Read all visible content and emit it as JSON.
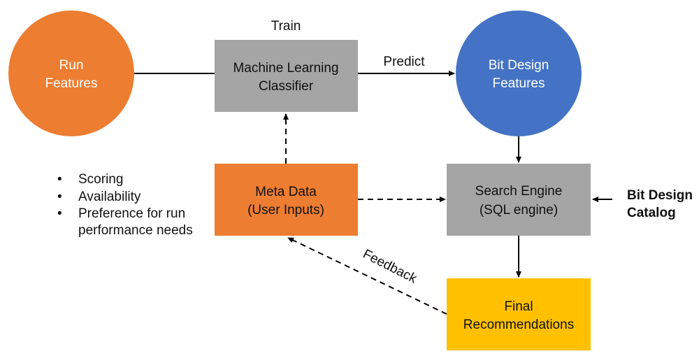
{
  "colors": {
    "orange": "#ED7D31",
    "blue": "#4472C4",
    "gray": "#A5A5A5",
    "gold": "#FFC000",
    "line": "#000000"
  },
  "nodes": {
    "run_features": {
      "line1": "Run",
      "line2": "Features"
    },
    "ml_classifier": {
      "line1": "Machine Learning",
      "line2": "Classifier"
    },
    "bit_design_features": {
      "line1": "Bit Design",
      "line2": "Features"
    },
    "meta_data": {
      "line1": "Meta Data",
      "line2": "(User Inputs)"
    },
    "search_engine": {
      "line1": "Search Engine",
      "line2": "(SQL engine)"
    },
    "final_recommendations": {
      "line1": "Final",
      "line2": "Recommendations"
    }
  },
  "edge_labels": {
    "train": "Train",
    "predict": "Predict",
    "feedback": "Feedback"
  },
  "catalog": {
    "line1": "Bit Design",
    "line2": "Catalog"
  },
  "meta_bullets": [
    {
      "bullet": "•",
      "text": "Scoring"
    },
    {
      "bullet": "•",
      "text": "Availability"
    },
    {
      "bullet": "•",
      "text": "Preference for run"
    },
    {
      "bullet": "",
      "text": "performance needs"
    }
  ]
}
